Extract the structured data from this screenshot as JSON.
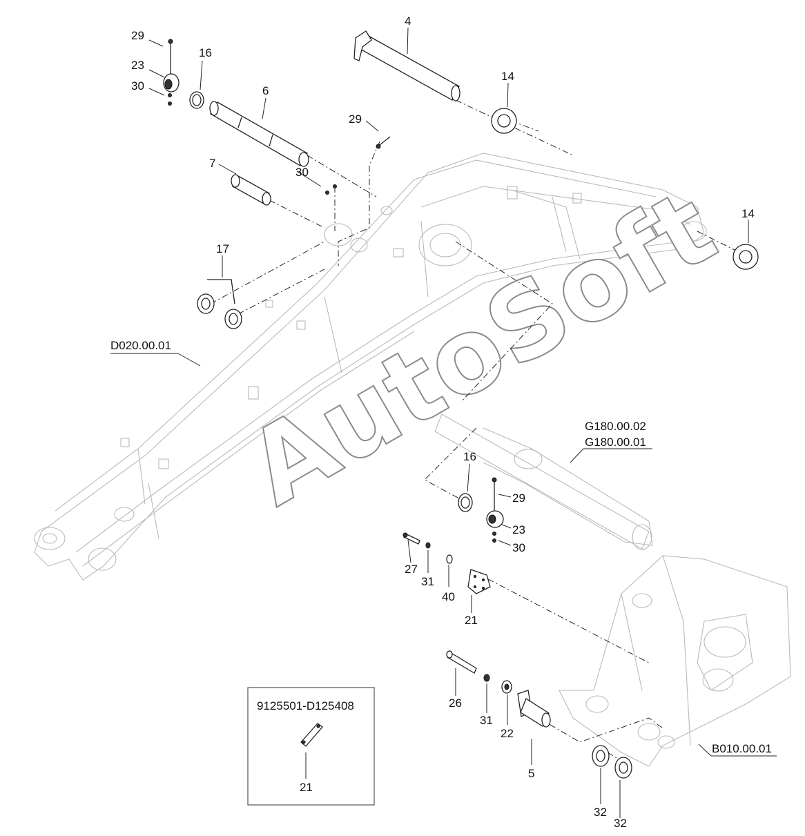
{
  "watermark": "AutoSoft",
  "reference_labels": {
    "boom": "D020.00.01",
    "cylinder_line1": "G180.00.02",
    "cylinder_line2": "G180.00.01",
    "frame": "B010.00.01"
  },
  "inset": {
    "title": "9125501-D125408",
    "part_label": "21"
  },
  "callouts": {
    "c29a": "29",
    "c23a": "23",
    "c30a": "30",
    "c16a": "16",
    "c6": "6",
    "c4": "4",
    "c14a": "14",
    "c29b": "29",
    "c30b": "30",
    "c7": "7",
    "c14b": "14",
    "c17": "17",
    "c16b": "16",
    "c29c": "29",
    "c23b": "23",
    "c30c": "30",
    "c27": "27",
    "c31a": "31",
    "c40": "40",
    "c21": "21",
    "c26": "26",
    "c31b": "31",
    "c22": "22",
    "c5": "5",
    "c32a": "32",
    "c32b": "32"
  }
}
